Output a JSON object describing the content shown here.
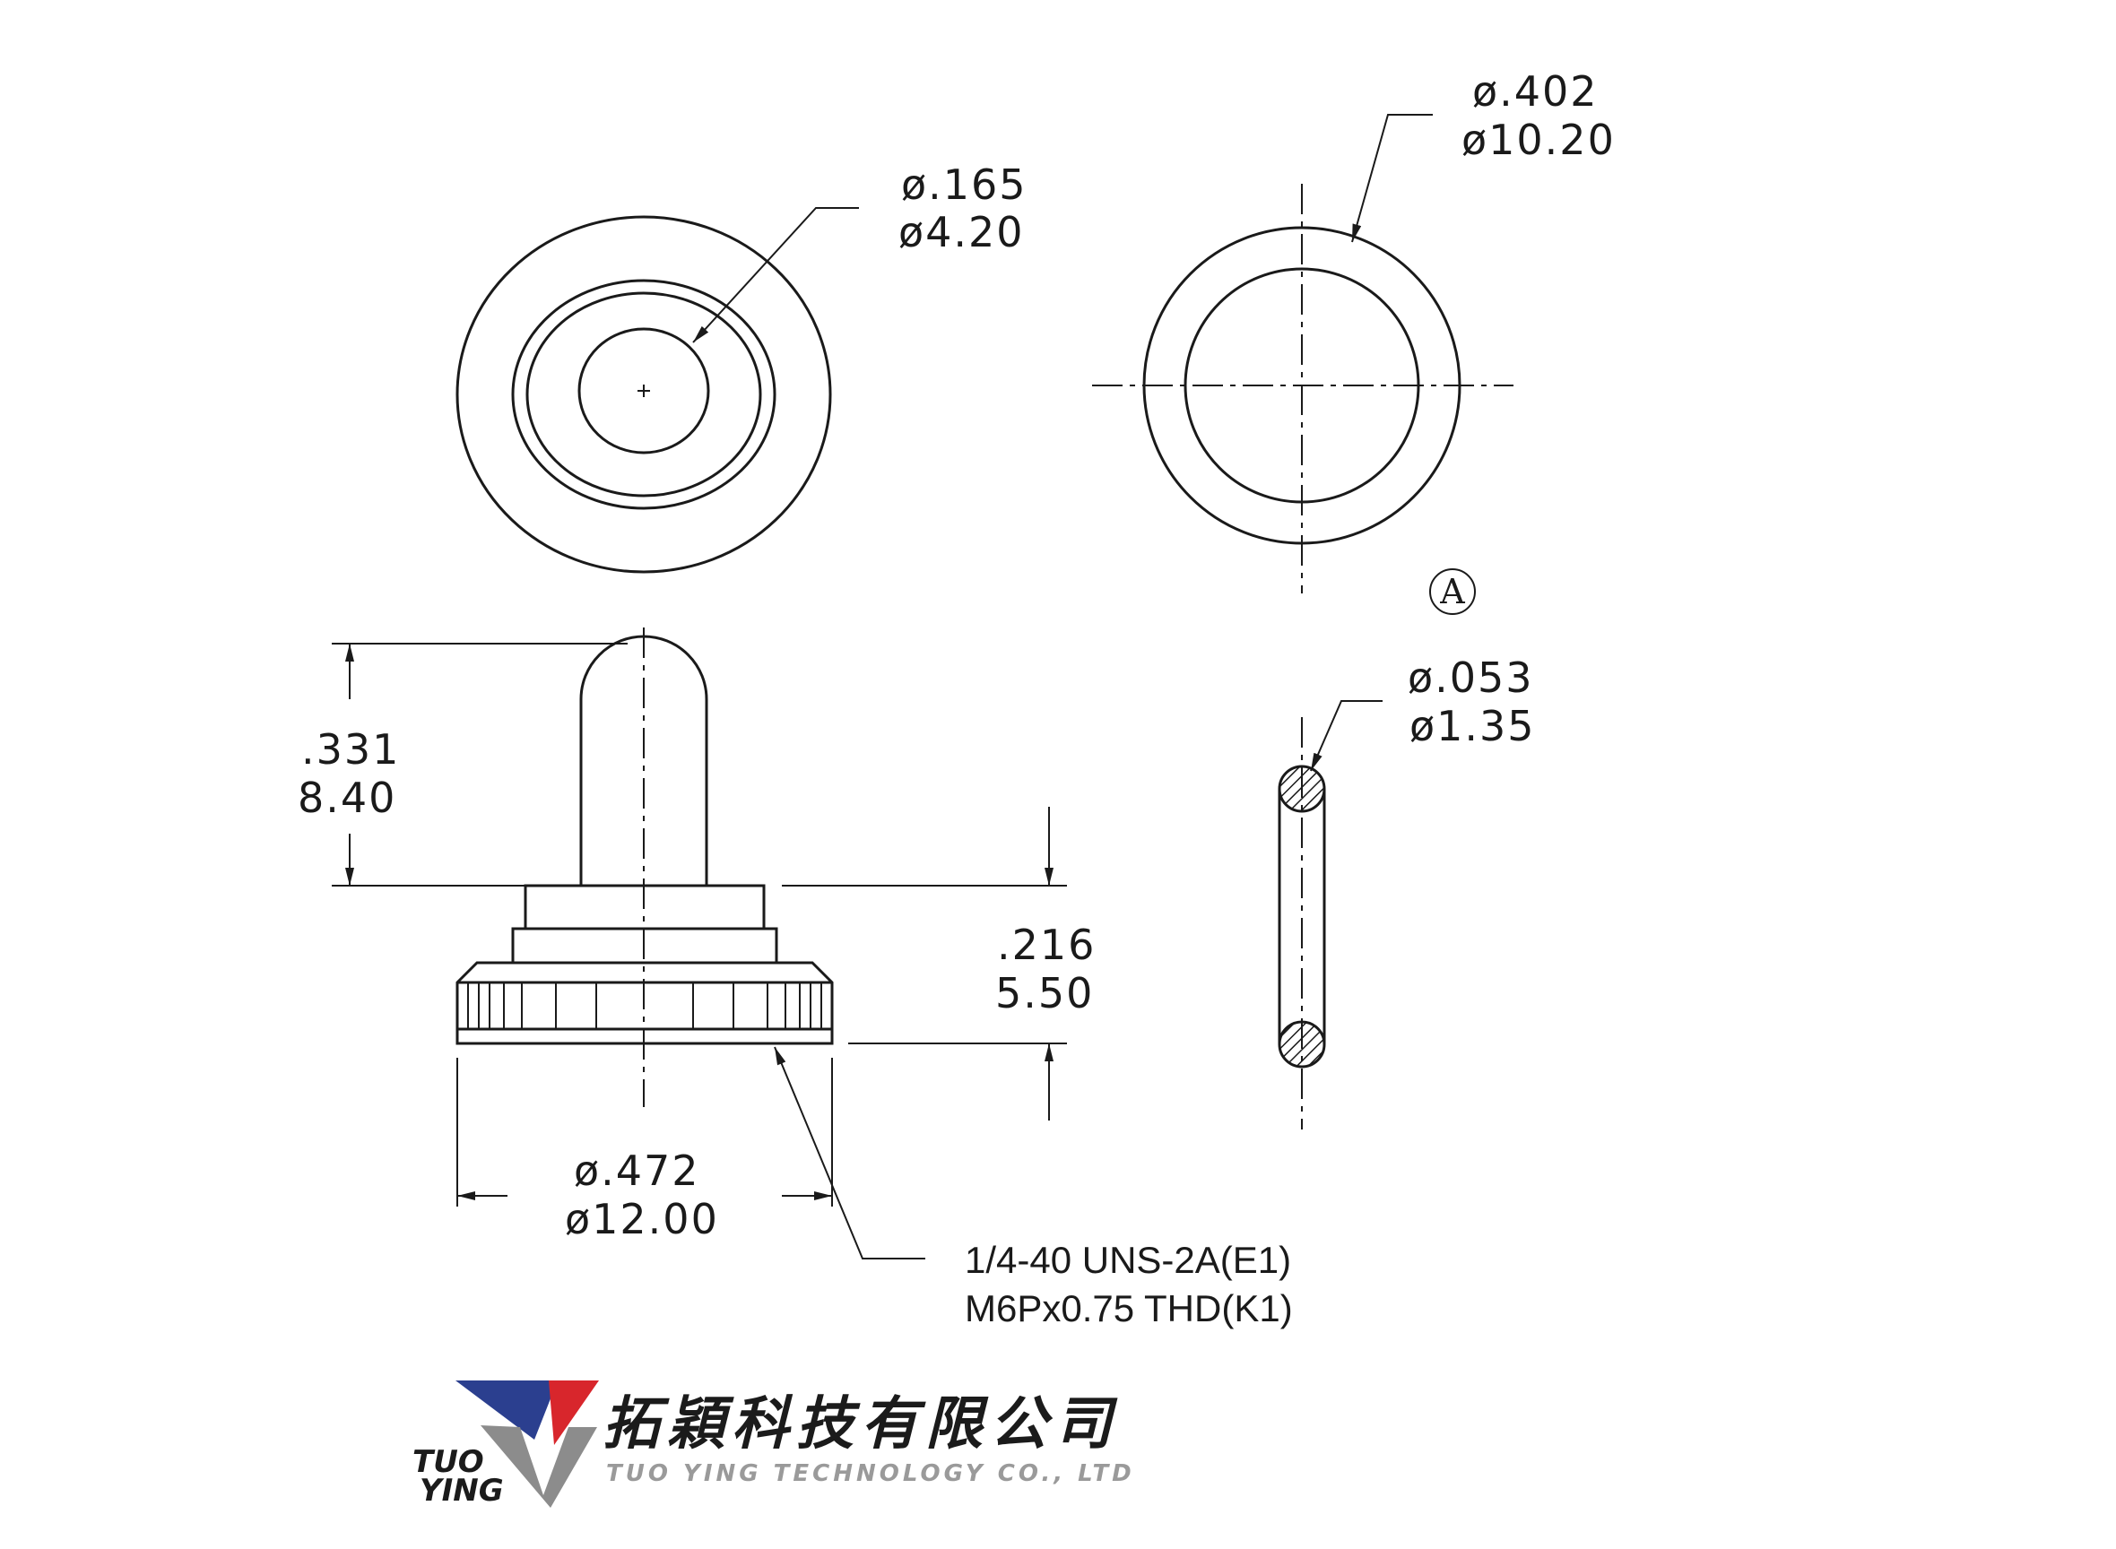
{
  "dimensions": {
    "cap_hole_in": "ø.165",
    "cap_hole_mm": "ø4.20",
    "ring_outer_in": "ø.402",
    "ring_outer_mm": "ø10.20",
    "cord_in": "ø.053",
    "cord_mm": "ø1.35",
    "boot_height_in": ".331",
    "boot_height_mm": "8.40",
    "base_height_in": ".216",
    "base_height_mm": "5.50",
    "base_dia_in": "ø.472",
    "base_dia_mm": "ø12.00"
  },
  "thread_note": {
    "line1": "1/4-40 UNS-2A(E1)",
    "line2": "M6Px0.75 THD(K1)"
  },
  "detail_label": "A",
  "company": {
    "name_cn": "拓穎科技有限公司",
    "name_en": "TUO YING TECHNOLOGY CO., LTD",
    "logo_line1": "TUO",
    "logo_line2": "YING",
    "colors": {
      "blue": "#2b3f8f",
      "red": "#d8262c",
      "gray": "#8c8c8c"
    }
  }
}
